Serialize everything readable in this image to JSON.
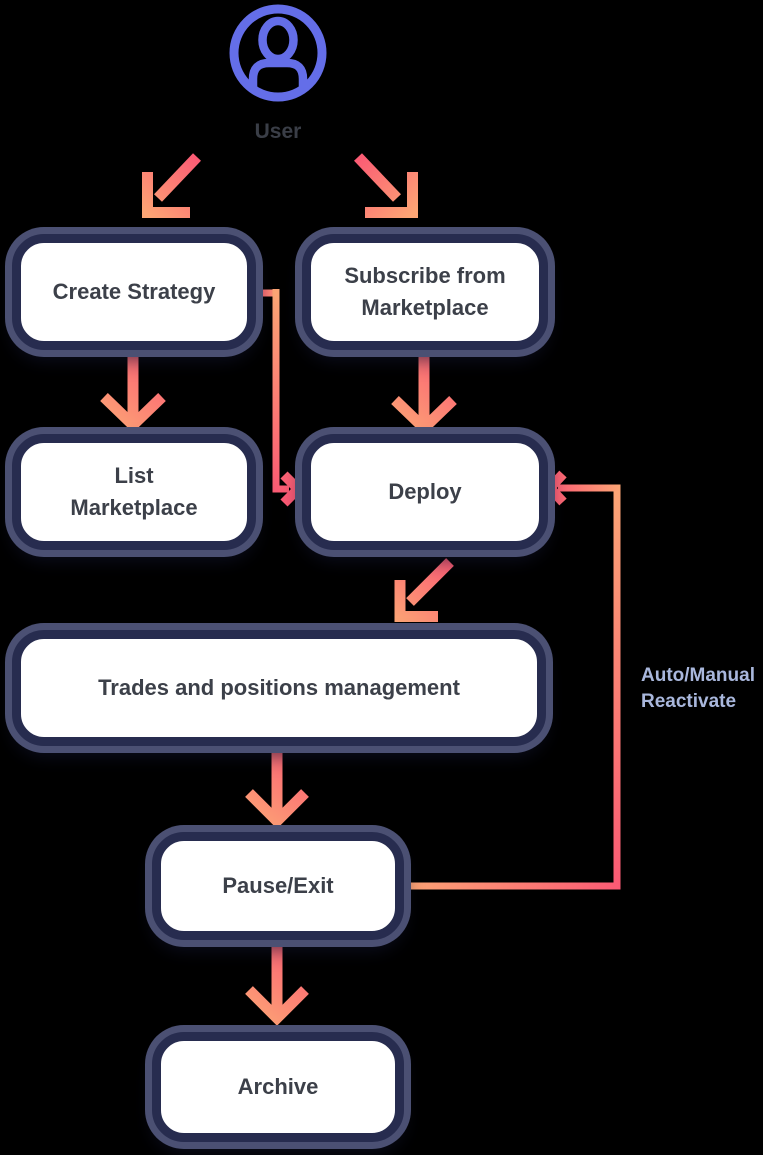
{
  "diagram": {
    "user": {
      "label": "User"
    },
    "nodes": [
      {
        "id": "create-strategy",
        "label": "Create Strategy"
      },
      {
        "id": "subscribe-marketplace",
        "label": "Subscribe from\nMarketplace"
      },
      {
        "id": "list-marketplace",
        "label": "List\nMarketplace"
      },
      {
        "id": "deploy",
        "label": "Deploy"
      },
      {
        "id": "trades-positions",
        "label": "Trades and positions management"
      },
      {
        "id": "pause-exit",
        "label": "Pause/Exit"
      },
      {
        "id": "archive",
        "label": "Archive"
      }
    ],
    "annotation": {
      "line1": "Auto/Manual",
      "line2": "Reactivate"
    },
    "edges": [
      {
        "from": "user",
        "to": "create-strategy"
      },
      {
        "from": "user",
        "to": "subscribe-marketplace"
      },
      {
        "from": "create-strategy",
        "to": "list-marketplace"
      },
      {
        "from": "create-strategy",
        "to": "deploy"
      },
      {
        "from": "subscribe-marketplace",
        "to": "deploy"
      },
      {
        "from": "deploy",
        "to": "trades-positions"
      },
      {
        "from": "trades-positions",
        "to": "pause-exit"
      },
      {
        "from": "pause-exit",
        "to": "archive"
      },
      {
        "from": "pause-exit",
        "to": "deploy",
        "label": "Auto/Manual Reactivate"
      }
    ],
    "colors": {
      "background": "#000000",
      "box_fill": "#ffffff",
      "box_border": "#272c4f",
      "box_ring": "#4b5073",
      "box_text": "#3c4049",
      "user_icon": "#646ee8",
      "user_label": "#3a3e47",
      "arrow_pink": "#fb5a74",
      "arrow_orange": "#fca575",
      "annotation_text": "#a9b7dc"
    }
  }
}
